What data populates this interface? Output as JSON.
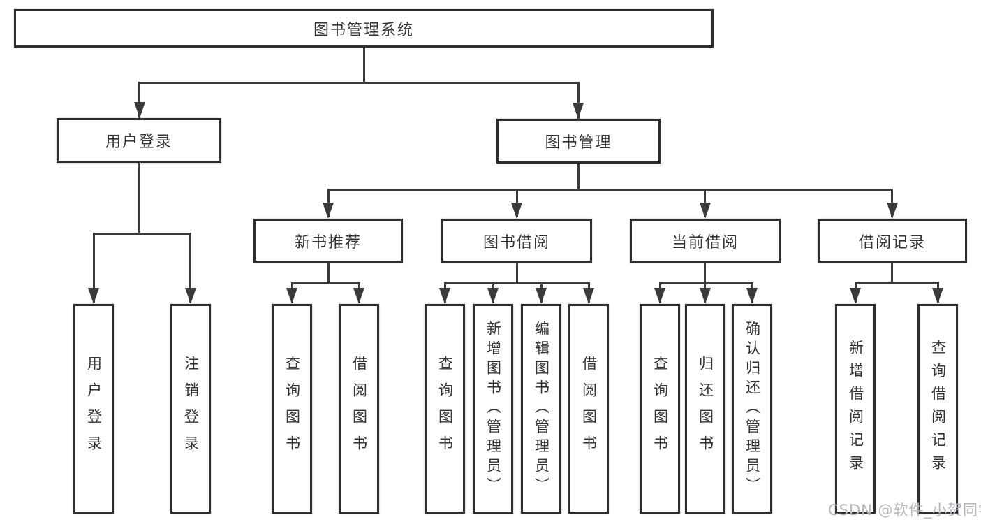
{
  "diagram_title": "图书管理系统",
  "tree": {
    "root": {
      "label": "图书管理系统"
    },
    "branches": [
      {
        "label": "用户登录",
        "children": [
          {
            "label": "用户登录"
          },
          {
            "label": "注销登录"
          }
        ]
      },
      {
        "label": "图书管理",
        "children": [
          {
            "label": "新书推荐",
            "children": [
              {
                "label": "查询图书"
              },
              {
                "label": "借阅图书"
              }
            ]
          },
          {
            "label": "图书借阅",
            "children": [
              {
                "label": "查询图书"
              },
              {
                "label": "新增图书（管理员）"
              },
              {
                "label": "编辑图书（管理员）"
              },
              {
                "label": "借阅图书"
              }
            ]
          },
          {
            "label": "当前借阅",
            "children": [
              {
                "label": "查询图书"
              },
              {
                "label": "归还图书"
              },
              {
                "label": "确认归还（管理员）"
              }
            ]
          },
          {
            "label": "借阅记录",
            "children": [
              {
                "label": "新增借阅记录"
              },
              {
                "label": "查询借阅记录"
              }
            ]
          }
        ]
      }
    ]
  },
  "watermark": {
    "text": "CSDN @软件_小贺同学"
  },
  "colors": {
    "line": "#3a3a3a",
    "box_border": "#2e2e2e",
    "text": "#333333",
    "watermark": "#b4b8bc",
    "background": "#ffffff"
  }
}
